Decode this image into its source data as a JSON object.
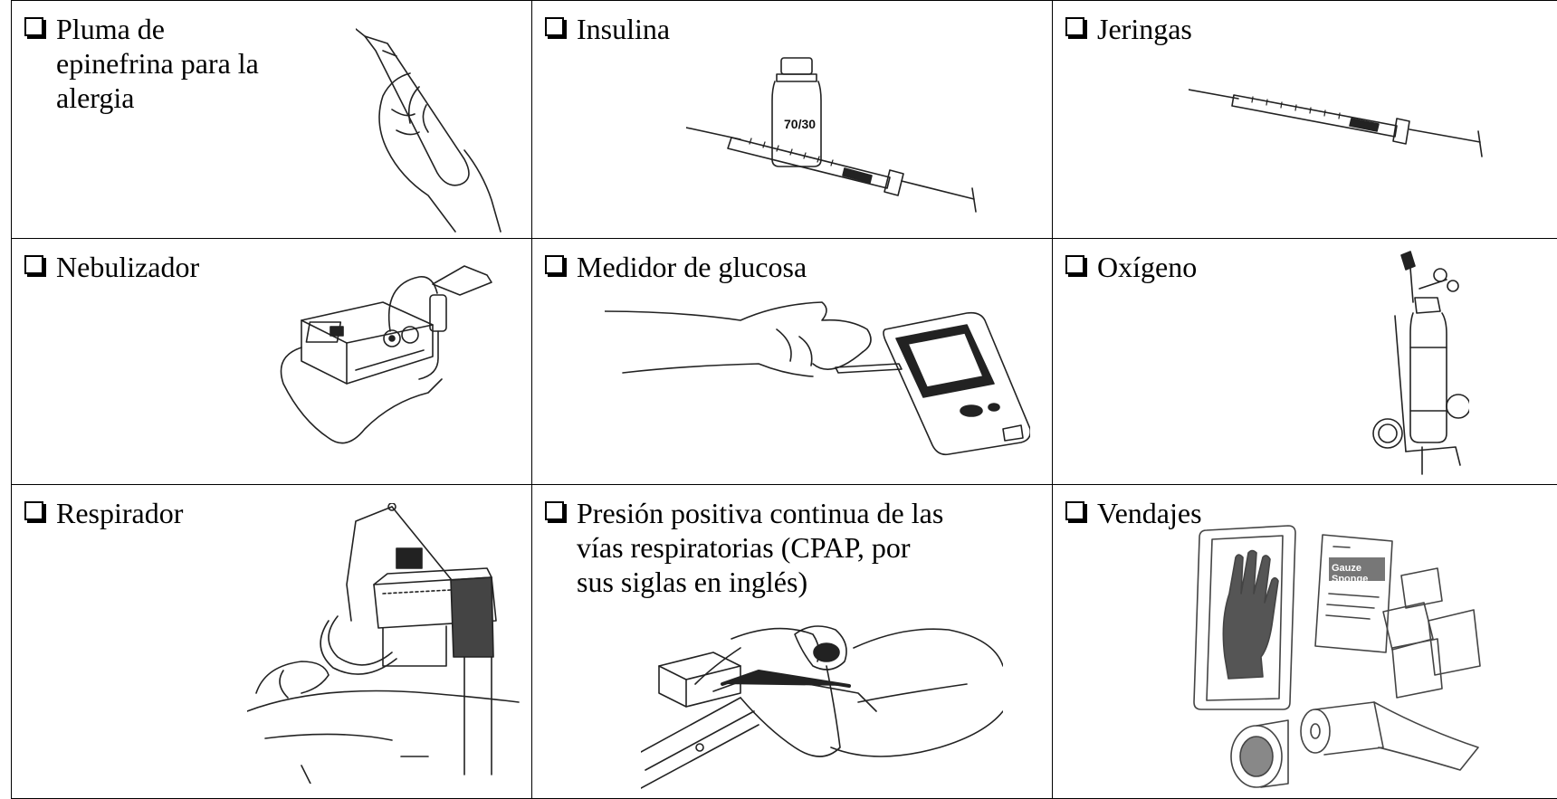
{
  "items": [
    {
      "label": "Pluma de epinefrina para la alergia",
      "icon": "epinephrine-pen-icon"
    },
    {
      "label": "Insulina",
      "icon": "insulin-vial-icon",
      "vial_label": "70/30"
    },
    {
      "label": "Jeringas",
      "icon": "syringe-icon"
    },
    {
      "label": "Nebulizador",
      "icon": "nebulizer-icon"
    },
    {
      "label": "Medidor de glucosa",
      "icon": "glucose-meter-icon"
    },
    {
      "label": "Oxígeno",
      "icon": "oxygen-tank-icon"
    },
    {
      "label": "Respirador",
      "icon": "respirator-icon"
    },
    {
      "label": "Presión positiva continua de las vías respiratorias (CPAP, por sus siglas en inglés)",
      "icon": "cpap-icon"
    },
    {
      "label": "Vendajes",
      "icon": "bandages-icon",
      "package_label": "Gauze Sponge"
    }
  ]
}
